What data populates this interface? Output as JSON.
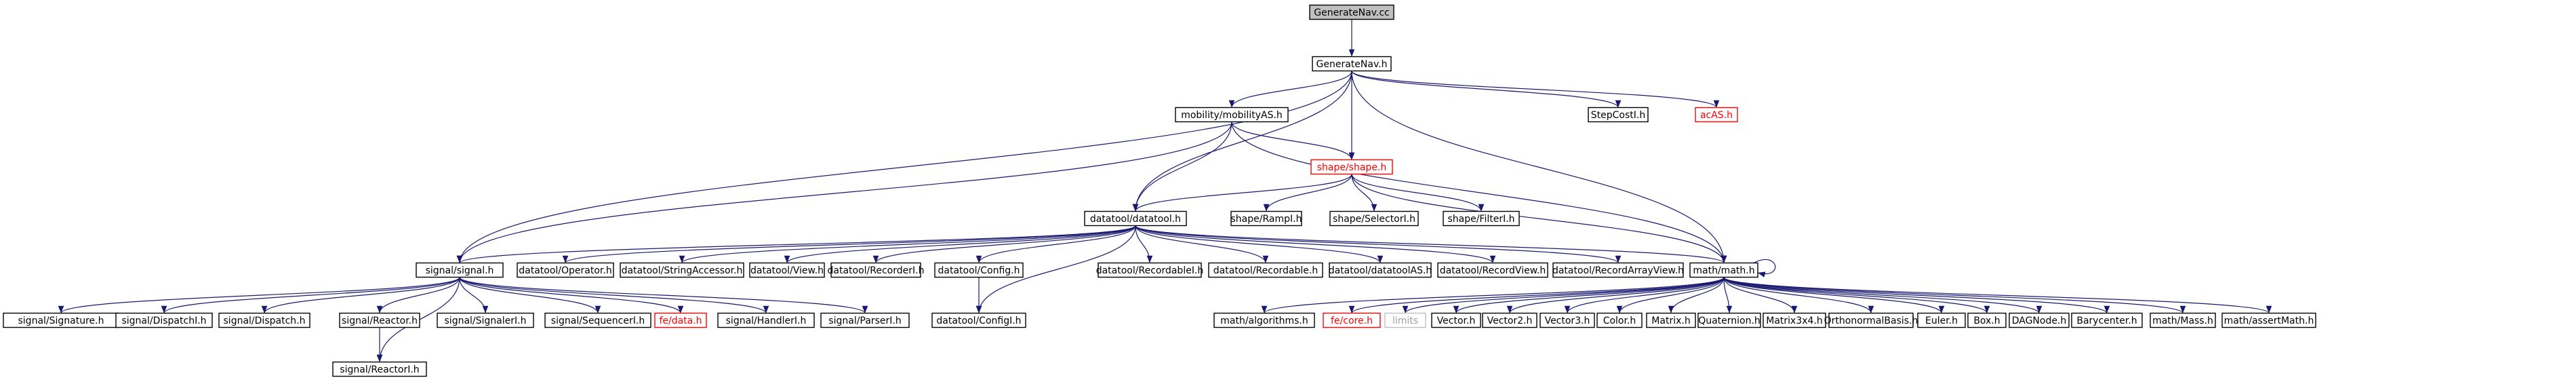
{
  "diagram": {
    "title": "GenerateNav.cc",
    "colors": {
      "edge": "#191970",
      "border": "#000000",
      "missing_border": "#ff0000",
      "missing_text": "#ff0000",
      "gray_border": "#bfbfbf",
      "root_fill": "#bfbfbf",
      "text": "#000000",
      "gray_text": "#a0a0a0"
    },
    "nodes": [
      {
        "id": "root",
        "label": "GenerateNav.cc",
        "style": "root"
      },
      {
        "id": "gen_h",
        "label": "GenerateNav.h"
      },
      {
        "id": "mobility",
        "label": "mobility/mobilityAS.h"
      },
      {
        "id": "stepcost",
        "label": "StepCostI.h"
      },
      {
        "id": "acas",
        "label": "acAS.h",
        "style": "missing"
      },
      {
        "id": "shape",
        "label": "shape/shape.h",
        "style": "missing"
      },
      {
        "id": "datatool",
        "label": "datatool/datatool.h"
      },
      {
        "id": "shape_rampl",
        "label": "shape/RampI.h"
      },
      {
        "id": "shape_selector",
        "label": "shape/SelectorI.h"
      },
      {
        "id": "shape_filter",
        "label": "shape/FilterI.h"
      },
      {
        "id": "signal",
        "label": "signal/signal.h"
      },
      {
        "id": "dt_operator",
        "label": "datatool/Operator.h"
      },
      {
        "id": "dt_string",
        "label": "datatool/StringAccessor.h"
      },
      {
        "id": "dt_view",
        "label": "datatool/View.h"
      },
      {
        "id": "dt_recorderi",
        "label": "datatool/RecorderI.h"
      },
      {
        "id": "dt_config",
        "label": "datatool/Config.h"
      },
      {
        "id": "dt_recordablei",
        "label": "datatool/RecordableI.h"
      },
      {
        "id": "dt_recordable",
        "label": "datatool/Recordable.h"
      },
      {
        "id": "dt_as",
        "label": "datatool/datatoolAS.h"
      },
      {
        "id": "dt_recordview",
        "label": "datatool/RecordView.h"
      },
      {
        "id": "dt_recordarrayview",
        "label": "datatool/RecordArrayView.h"
      },
      {
        "id": "math",
        "label": "math/math.h"
      },
      {
        "id": "sig_signature",
        "label": "signal/Signature.h"
      },
      {
        "id": "sig_dispatchi",
        "label": "signal/DispatchI.h"
      },
      {
        "id": "sig_dispatch",
        "label": "signal/Dispatch.h"
      },
      {
        "id": "sig_reactor",
        "label": "signal/Reactor.h"
      },
      {
        "id": "sig_signaleri",
        "label": "signal/SignalerI.h"
      },
      {
        "id": "sig_sequencer",
        "label": "signal/SequencerI.h"
      },
      {
        "id": "fe_data",
        "label": "fe/data.h",
        "style": "missing"
      },
      {
        "id": "sig_handleri",
        "label": "signal/HandlerI.h"
      },
      {
        "id": "sig_parser",
        "label": "signal/ParserI.h"
      },
      {
        "id": "dt_configi",
        "label": "datatool/ConfigI.h"
      },
      {
        "id": "sig_reactori",
        "label": "signal/ReactorI.h"
      },
      {
        "id": "m_algorithms",
        "label": "math/algorithms.h"
      },
      {
        "id": "fe_core",
        "label": "fe/core.h",
        "style": "missing"
      },
      {
        "id": "limits",
        "label": "limits",
        "style": "gray"
      },
      {
        "id": "m_vector",
        "label": "Vector.h"
      },
      {
        "id": "m_vector2",
        "label": "Vector2.h"
      },
      {
        "id": "m_vector3",
        "label": "Vector3.h"
      },
      {
        "id": "m_color",
        "label": "Color.h"
      },
      {
        "id": "m_matrix",
        "label": "Matrix.h"
      },
      {
        "id": "m_quaternion",
        "label": "Quaternion.h"
      },
      {
        "id": "m_matrix3x4",
        "label": "Matrix3x4.h"
      },
      {
        "id": "m_ortho",
        "label": "OrthonormalBasis.h"
      },
      {
        "id": "m_euler",
        "label": "Euler.h"
      },
      {
        "id": "m_box",
        "label": "Box.h"
      },
      {
        "id": "m_dag",
        "label": "DAGNode.h"
      },
      {
        "id": "m_bary",
        "label": "Barycenter.h"
      },
      {
        "id": "m_mass",
        "label": "math/Mass.h"
      },
      {
        "id": "m_assert",
        "label": "math/assertMath.h"
      }
    ],
    "edges": [
      [
        "root",
        "gen_h"
      ],
      [
        "gen_h",
        "mobility"
      ],
      [
        "gen_h",
        "stepcost"
      ],
      [
        "gen_h",
        "acas"
      ],
      [
        "gen_h",
        "shape"
      ],
      [
        "gen_h",
        "datatool"
      ],
      [
        "gen_h",
        "signal"
      ],
      [
        "gen_h",
        "math"
      ],
      [
        "mobility",
        "shape"
      ],
      [
        "mobility",
        "datatool"
      ],
      [
        "mobility",
        "signal"
      ],
      [
        "mobility",
        "math"
      ],
      [
        "shape",
        "datatool"
      ],
      [
        "shape",
        "shape_rampl"
      ],
      [
        "shape",
        "shape_selector"
      ],
      [
        "shape",
        "shape_filter"
      ],
      [
        "shape",
        "math"
      ],
      [
        "datatool",
        "signal"
      ],
      [
        "datatool",
        "dt_operator"
      ],
      [
        "datatool",
        "dt_string"
      ],
      [
        "datatool",
        "dt_view"
      ],
      [
        "datatool",
        "dt_recorderi"
      ],
      [
        "datatool",
        "dt_config"
      ],
      [
        "datatool",
        "dt_recordablei"
      ],
      [
        "datatool",
        "dt_recordable"
      ],
      [
        "datatool",
        "dt_as"
      ],
      [
        "datatool",
        "dt_recordview"
      ],
      [
        "datatool",
        "dt_recordarrayview"
      ],
      [
        "datatool",
        "math"
      ],
      [
        "datatool",
        "dt_configi"
      ],
      [
        "dt_config",
        "dt_configi"
      ],
      [
        "signal",
        "sig_signature"
      ],
      [
        "signal",
        "sig_dispatchi"
      ],
      [
        "signal",
        "sig_dispatch"
      ],
      [
        "signal",
        "sig_reactor"
      ],
      [
        "signal",
        "sig_signaleri"
      ],
      [
        "signal",
        "sig_sequencer"
      ],
      [
        "signal",
        "fe_data"
      ],
      [
        "signal",
        "sig_handleri"
      ],
      [
        "signal",
        "sig_parser"
      ],
      [
        "signal",
        "sig_reactori"
      ],
      [
        "sig_reactor",
        "sig_reactori"
      ],
      [
        "math",
        "math"
      ],
      [
        "math",
        "m_algorithms"
      ],
      [
        "math",
        "fe_core"
      ],
      [
        "math",
        "limits"
      ],
      [
        "math",
        "m_vector"
      ],
      [
        "math",
        "m_vector2"
      ],
      [
        "math",
        "m_vector3"
      ],
      [
        "math",
        "m_color"
      ],
      [
        "math",
        "m_matrix"
      ],
      [
        "math",
        "m_quaternion"
      ],
      [
        "math",
        "m_matrix3x4"
      ],
      [
        "math",
        "m_ortho"
      ],
      [
        "math",
        "m_euler"
      ],
      [
        "math",
        "m_box"
      ],
      [
        "math",
        "m_dag"
      ],
      [
        "math",
        "m_bary"
      ],
      [
        "math",
        "m_mass"
      ],
      [
        "math",
        "m_assert"
      ]
    ]
  }
}
